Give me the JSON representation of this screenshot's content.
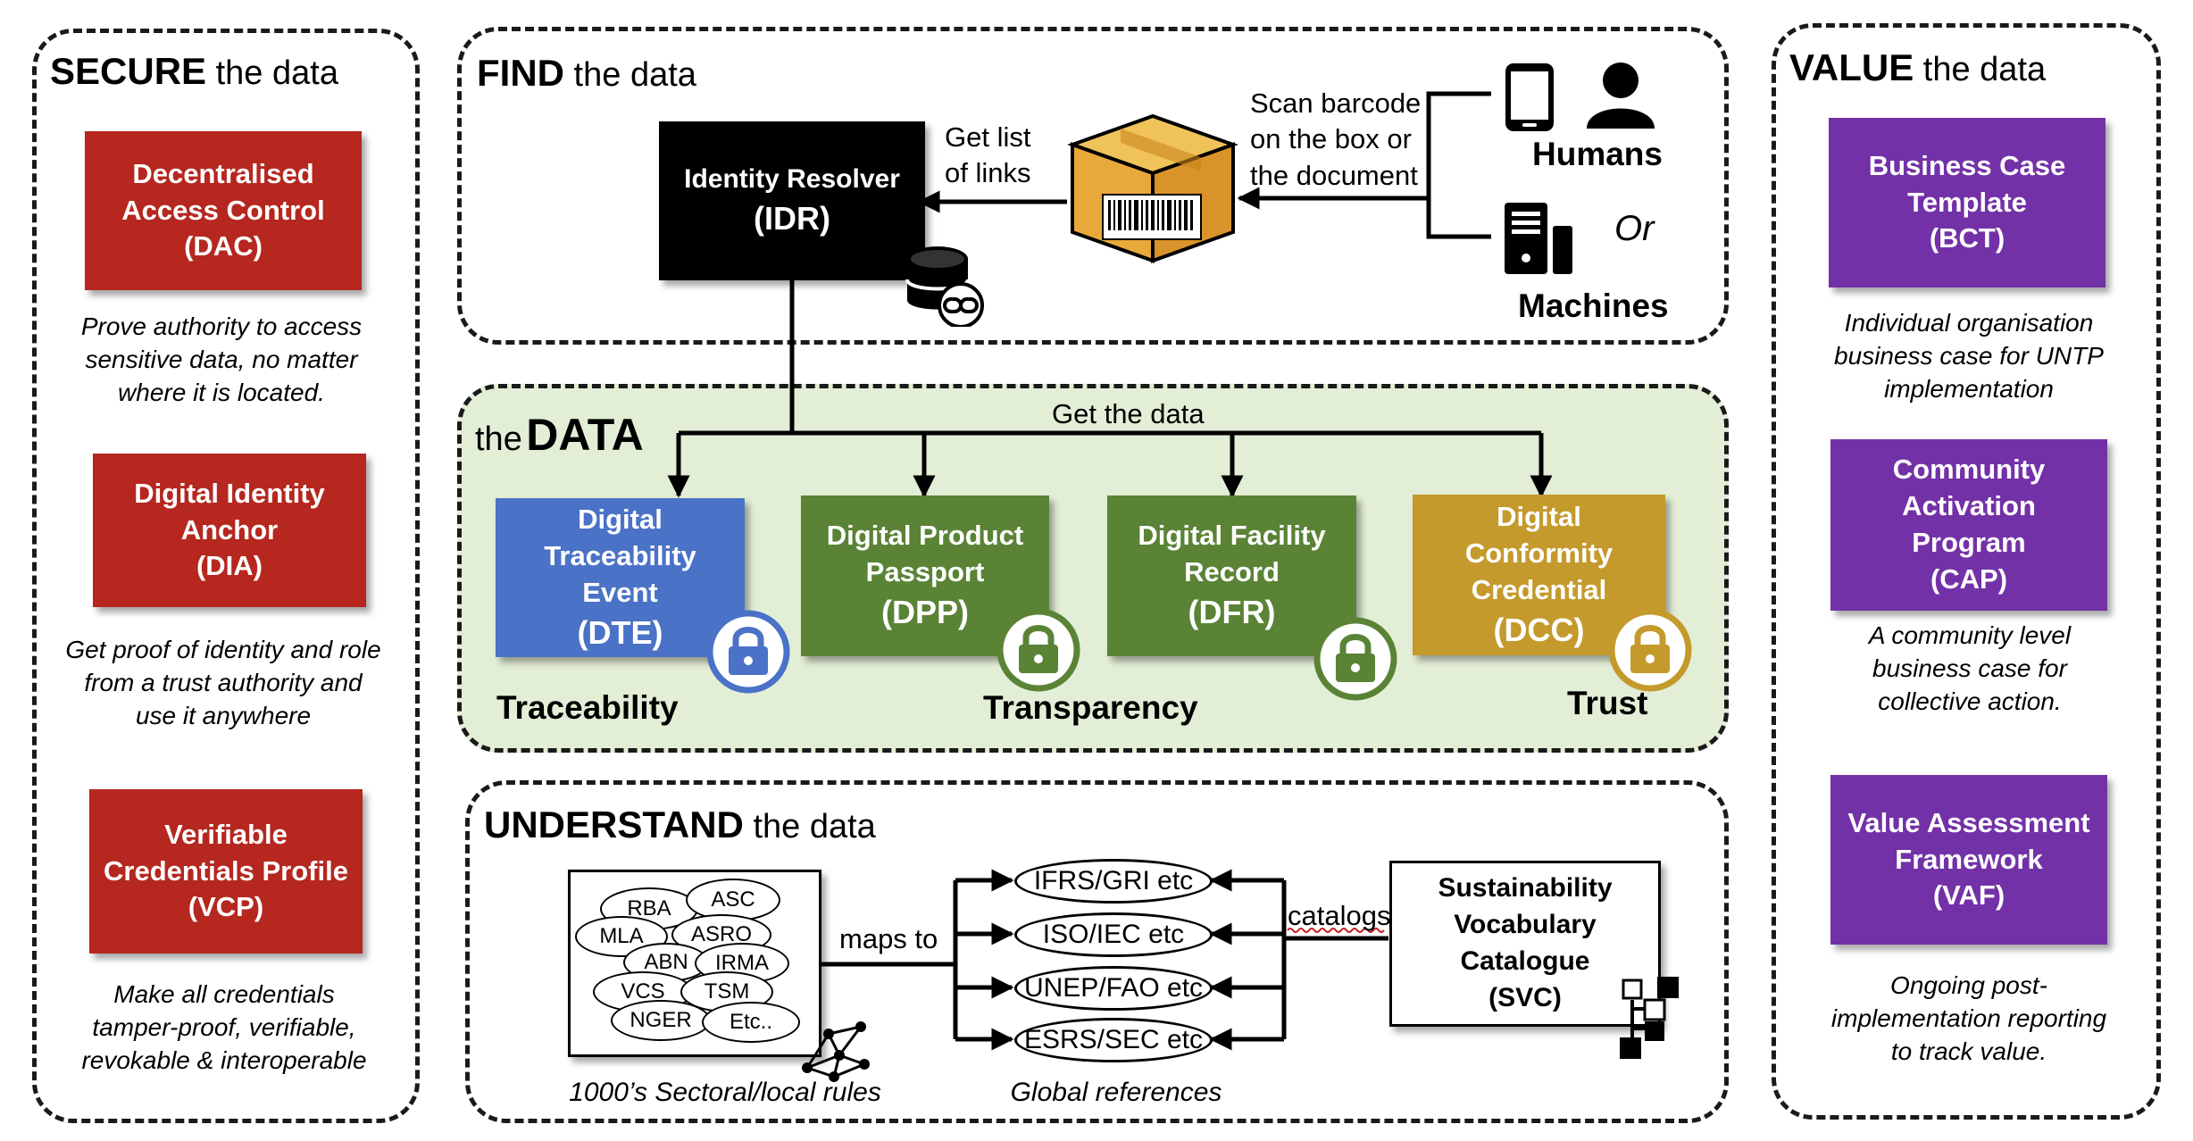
{
  "secure": {
    "title_bold": "SECURE",
    "title_rest": " the data",
    "items": [
      {
        "line1": "Decentralised",
        "line2": "Access Control",
        "acronym": "(DAC)",
        "desc": "Prove authority to access sensitive data, no matter where it is located."
      },
      {
        "line1": "Digital Identity",
        "line2": "Anchor",
        "acronym": "(DIA)",
        "desc": "Get proof of identity and role from a trust authority and use it anywhere"
      },
      {
        "line1": "Verifiable",
        "line2": "Credentials Profile",
        "acronym": "(VCP)",
        "desc": "Make all credentials tamper-proof, verifiable, revokable & interoperable"
      }
    ]
  },
  "find": {
    "title_bold": "FIND",
    "title_rest": " the data",
    "idr_name": "Identity Resolver",
    "idr_acronym": "(IDR)",
    "get_links": "Get list of links",
    "scan": "Scan barcode on the box or the document",
    "humans": "Humans",
    "or": "Or",
    "machines": "Machines"
  },
  "data": {
    "title_light": "the",
    "title_bold": "DATA",
    "get_data": "Get the data",
    "boxes": [
      {
        "line1": "Digital",
        "line2": "Traceability",
        "line3": "Event",
        "acronym": "(DTE)",
        "color": "#4a72c7"
      },
      {
        "line1": "Digital Product",
        "line2": "Passport",
        "acronym": "(DPP)",
        "color": "#5a8336"
      },
      {
        "line1": "Digital Facility",
        "line2": "Record",
        "acronym": "(DFR)",
        "color": "#5a8336"
      },
      {
        "line1": "Digital",
        "line2": "Conformity",
        "line3": "Credential",
        "acronym": "(DCC)",
        "color": "#c49a2c"
      }
    ],
    "traceability": "Traceability",
    "transparency": "Transparency",
    "trust": "Trust"
  },
  "understand": {
    "title_bold": "UNDERSTAND",
    "title_rest": " the data",
    "rules": [
      "RBA",
      "ASC",
      "MLA",
      "ASRO",
      "ABN",
      "IRMA",
      "VCS",
      "TSM",
      "NGER",
      "Etc.."
    ],
    "rules_caption": "1000’s Sectoral/local rules",
    "maps_to": "maps to",
    "globals": [
      "IFRS/GRI etc",
      "ISO/IEC etc",
      "UNEP/FAO etc",
      "ESRS/SEC etc"
    ],
    "globals_caption": "Global references",
    "catalogs": "catalogs",
    "svc": {
      "line1": "Sustainability",
      "line2": "Vocabulary",
      "line3": "Catalogue",
      "acronym": "(SVC)"
    }
  },
  "value": {
    "title_bold": "VALUE",
    "title_rest": " the data",
    "items": [
      {
        "line1": "Business Case",
        "line2": "Template",
        "acronym": "(BCT)",
        "desc": "Individual organisation business case for UNTP implementation"
      },
      {
        "line1": "Community",
        "line2": "Activation",
        "line3": "Program",
        "acronym": "(CAP)",
        "desc": "A community level business case for collective action."
      },
      {
        "line1": "Value Assessment",
        "line2": "Framework",
        "acronym": "(VAF)",
        "desc": "Ongoing post-implementation reporting to track value."
      }
    ]
  },
  "colors": {
    "secure_red": "#b5271f",
    "value_purple": "#7331a7",
    "dte_blue": "#4a72c7",
    "green": "#5a8336",
    "gold": "#c49a2c",
    "data_bg": "#e3eed6"
  },
  "icons": [
    "barcode-box-icon",
    "smartphone-icon",
    "person-icon",
    "computer-tower-icon",
    "database-link-icon",
    "lock-icon",
    "network-graph-icon",
    "tree-structure-icon"
  ]
}
